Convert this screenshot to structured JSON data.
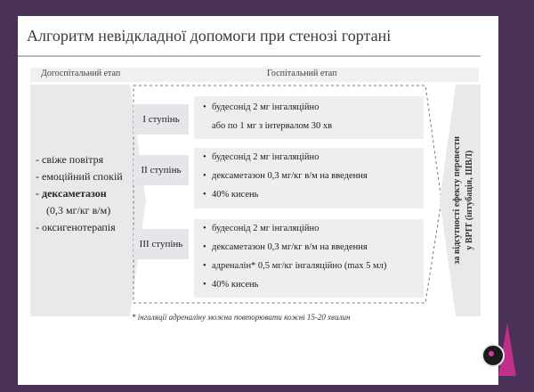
{
  "slide": {
    "title": "Алгоритм невідкладної допомоги при стенозі гортані"
  },
  "headers": {
    "prehospital": "Догоспітальний етап",
    "hospital": "Госпітальний етап"
  },
  "prehospital_items": [
    "- свіже повітря",
    "- емоційний спокій",
    "- дексаметазон",
    "(0,3 мг/кг в/м)",
    "- оксигенотерапія"
  ],
  "stages": [
    {
      "label": "І ступінь",
      "items": [
        "будесонід 2 мг інгаляційно",
        "або по 1 мг з інтервалом 30 хв"
      ]
    },
    {
      "label": "ІІ ступінь",
      "items": [
        "будесонід 2 мг інгаляційно",
        "дексаметазон 0,3 мг/кг в/м на введення",
        "40% кисень"
      ]
    },
    {
      "label": "ІІІ ступінь",
      "items": [
        "будесонід 2 мг інгаляційно",
        "дексаметазон 0,3 мг/кг в/м на введення",
        "адреналін* 0,5 мг/кг інгаляційно (max 5 мл)",
        "40% кисень"
      ]
    }
  ],
  "right_panel": {
    "line1": "за відсутності ефекту перевести",
    "line2": "у ВРІТ (інтубація, ШВЛ)"
  },
  "footnote": "* інгаляції адреналіну можна повторювати кожні 15-20 хвилин",
  "colors": {
    "background": "#4a3158",
    "accent": "#c0308a"
  }
}
